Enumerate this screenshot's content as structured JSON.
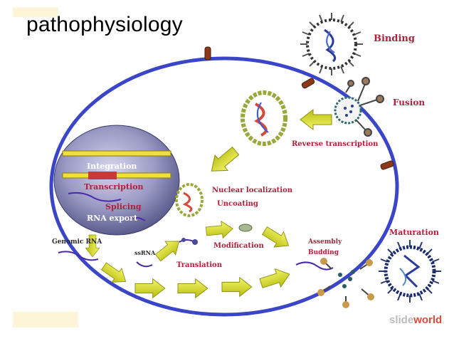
{
  "slide": {
    "title": "pathophysiology"
  },
  "diagram": {
    "labels": {
      "binding": "Binding",
      "fusion": "Fusion",
      "reverse_transcription": "Reverse transcription",
      "integration": "Integration",
      "transcription": "Transcription",
      "splicing": "Splicing",
      "rna_export": "RNA export",
      "nuclear_localization": "Nuclear localization",
      "uncoating": "Uncoating",
      "genomic_rna": "Genomic RNA",
      "ss_rna": "ssRNA",
      "modification": "Modification",
      "translation": "Translation",
      "assembly": "Assembly",
      "budding": "Budding",
      "maturation": "Maturation"
    },
    "colors": {
      "membrane": "#3a45c8",
      "arrow": "#d8de2a",
      "nucleus": "#6a6a98",
      "dna": "#f0e03a",
      "label": "#b0203a"
    }
  },
  "branding": {
    "logo_prefix": "slide",
    "logo_accent": "world"
  }
}
